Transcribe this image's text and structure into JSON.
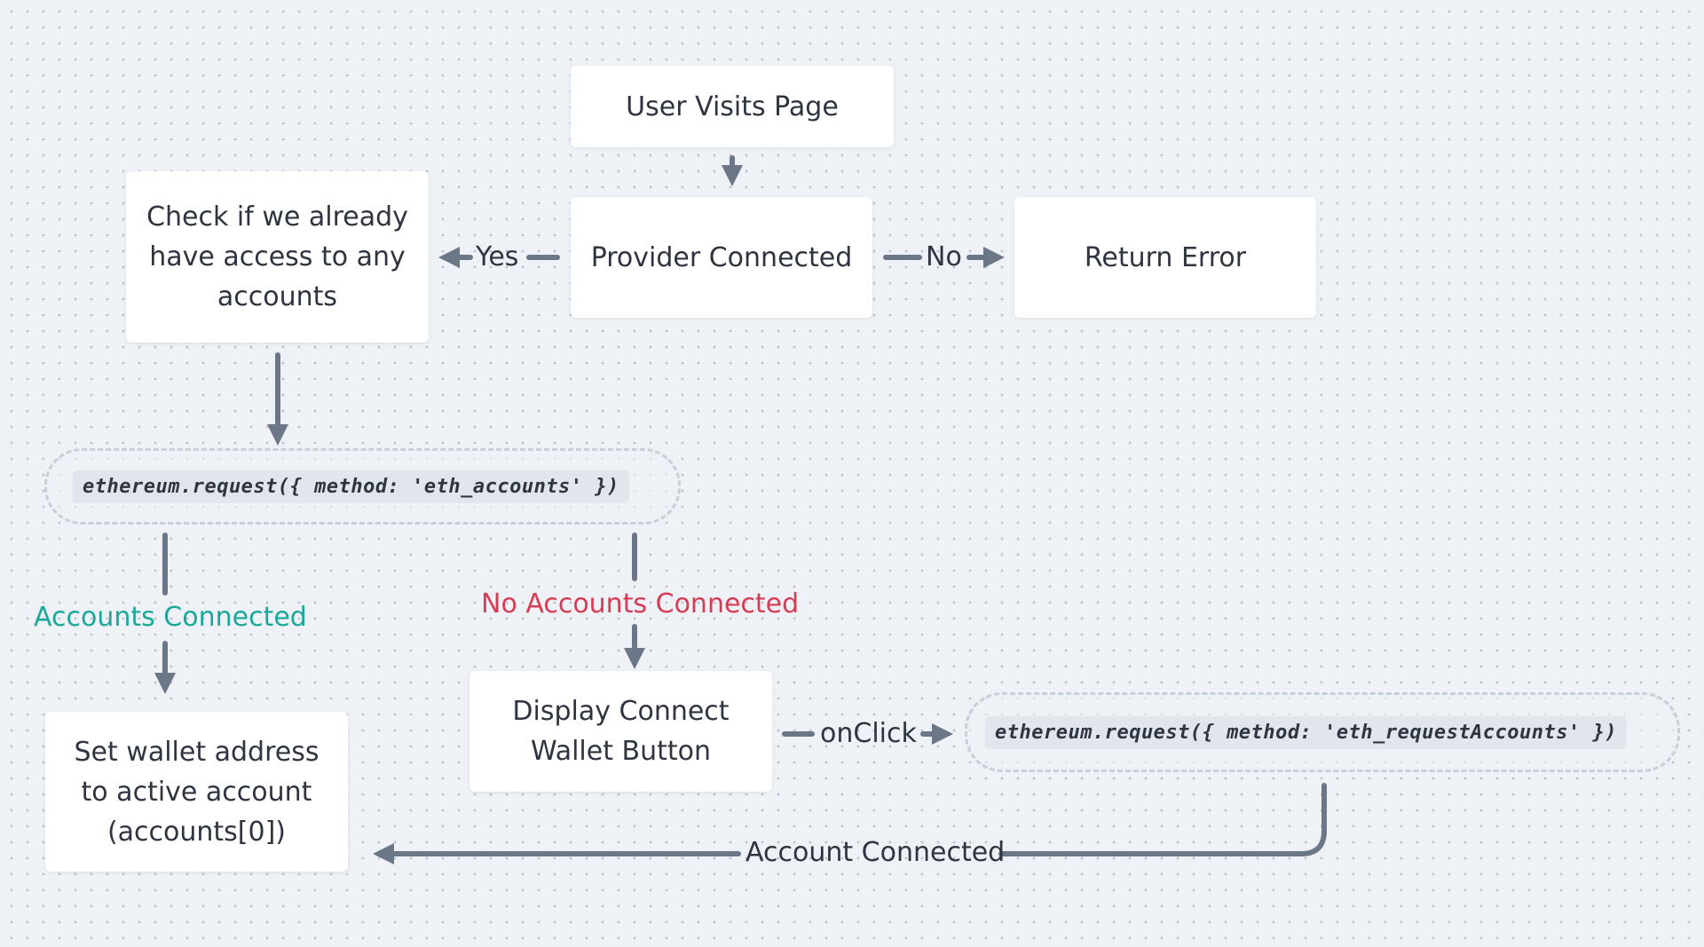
{
  "nodes": {
    "user_visits": "User Visits Page",
    "provider_connected": "Provider Connected",
    "return_error": "Return Error",
    "check_access": "Check if we already\nhave access to any\naccounts",
    "display_button": "Display Connect\nWallet Button",
    "set_wallet": "Set wallet address\nto active account\n(accounts[0])"
  },
  "code": {
    "eth_accounts": "ethereum.request({ method: 'eth_accounts' })",
    "eth_request_accounts": "ethereum.request({ method: 'eth_requestAccounts' })"
  },
  "edges": {
    "yes": "Yes",
    "no": "No",
    "accounts_connected": "Accounts Connected",
    "no_accounts_connected": "No Accounts Connected",
    "on_click": "onClick",
    "account_connected": "Account Connected"
  },
  "colors": {
    "arrow": "#6b7686",
    "accounts_connected": "#1aa89a",
    "no_accounts_connected": "#d83c54",
    "text": "#2e3440"
  }
}
